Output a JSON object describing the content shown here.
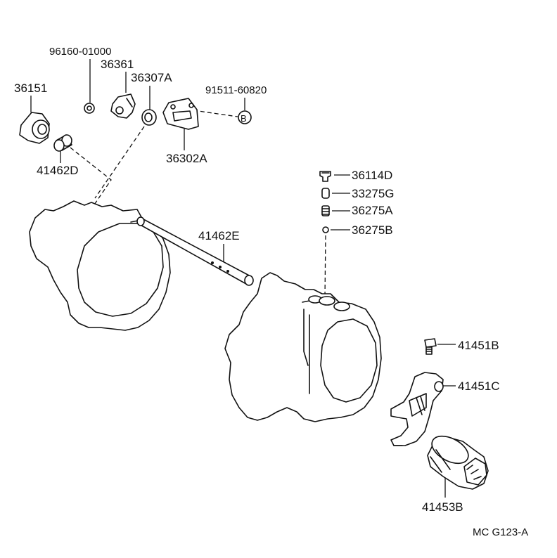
{
  "labels": {
    "p96160": "96160-01000",
    "p36361": "36361",
    "p36307A": "36307A",
    "p36151": "36151",
    "p91511": "91511-60820",
    "p41462D": "41462D",
    "p36302A": "36302A",
    "p36114D": "36114D",
    "p33275G": "33275G",
    "p36275A": "36275A",
    "p36275B": "36275B",
    "p41462E": "41462E",
    "p41451B": "41451B",
    "p41451C": "41451C",
    "p41453B": "41453B",
    "bolt_ref": "B",
    "drawing_code": "MC G123-A"
  },
  "colors": {
    "line": "#111111",
    "background": "#ffffff"
  }
}
